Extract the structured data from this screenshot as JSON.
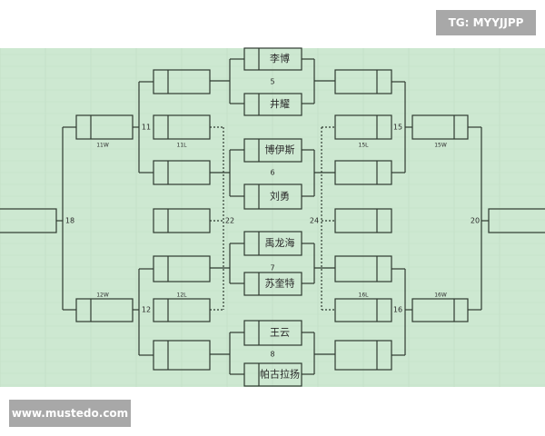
{
  "watermarks": {
    "top_right": "TG: MYYJJPP",
    "bottom_left": "www.mustedo.com"
  },
  "colors": {
    "background": "#cde8d1",
    "line": "#2e3a30",
    "watermark": "#a8a8a8"
  },
  "players": [
    "李博",
    "井耀",
    "博伊斯",
    "刘勇",
    "禹龙海",
    "苏奎特",
    "王云",
    "帕古拉扬"
  ],
  "match_numbers": {
    "m5": "5",
    "m6": "6",
    "m7": "7",
    "m8": "8",
    "m11": "11",
    "m12": "12",
    "m15": "15",
    "m16": "16",
    "m18": "18",
    "m20": "20",
    "m22": "22",
    "m24": "24"
  },
  "slot_labels": {
    "w11": "11W",
    "l11": "11L",
    "w12": "12W",
    "l12": "12L",
    "w15": "15W",
    "l15": "15L",
    "w16": "16W",
    "l16": "16L"
  }
}
